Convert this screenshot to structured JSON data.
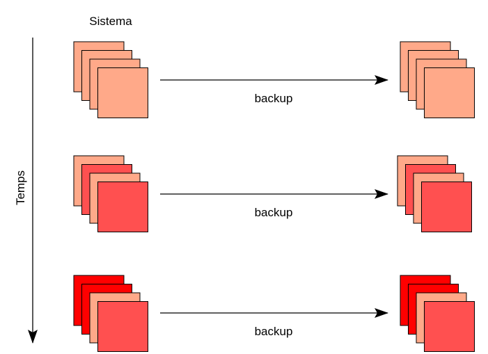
{
  "title": "Sistema",
  "time_axis_label": "Temps",
  "colors": {
    "light": "#FFA989",
    "medium": "#FF5050",
    "dark": "#FF0000",
    "stroke": "#000000",
    "arrow": "#000000"
  },
  "rows": [
    {
      "arrow_label": "backup",
      "source_stack": [
        "light",
        "light",
        "light",
        "light"
      ],
      "backup_stack": [
        "light",
        "light",
        "light",
        "light"
      ]
    },
    {
      "arrow_label": "backup",
      "source_stack": [
        "light",
        "medium",
        "light",
        "medium"
      ],
      "backup_stack": [
        "light",
        "medium",
        "light",
        "medium"
      ]
    },
    {
      "arrow_label": "backup",
      "source_stack": [
        "dark",
        "dark",
        "light",
        "medium"
      ],
      "backup_stack": [
        "dark",
        "dark",
        "light",
        "medium"
      ]
    }
  ]
}
